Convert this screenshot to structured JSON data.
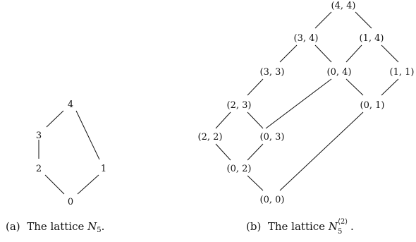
{
  "n5": {
    "nodes": [
      "4",
      "3",
      "2",
      "1",
      "0"
    ],
    "caption": {
      "prefix": "(a)",
      "text": "The lattice ",
      "var": "N",
      "sub": "5",
      "suffix": "."
    }
  },
  "n5_2": {
    "nodes": [
      "(4, 4)",
      "(3, 4)",
      "(1, 4)",
      "(3, 3)",
      "(0, 4)",
      "(1, 1)",
      "(2, 3)",
      "(0, 1)",
      "(2, 2)",
      "(0, 3)",
      "(0, 2)",
      "(0, 0)"
    ],
    "caption": {
      "prefix": "(b)",
      "text": "The lattice ",
      "var": "N",
      "sub": "5",
      "sup": "⟨2⟩",
      "suffix": "."
    }
  }
}
